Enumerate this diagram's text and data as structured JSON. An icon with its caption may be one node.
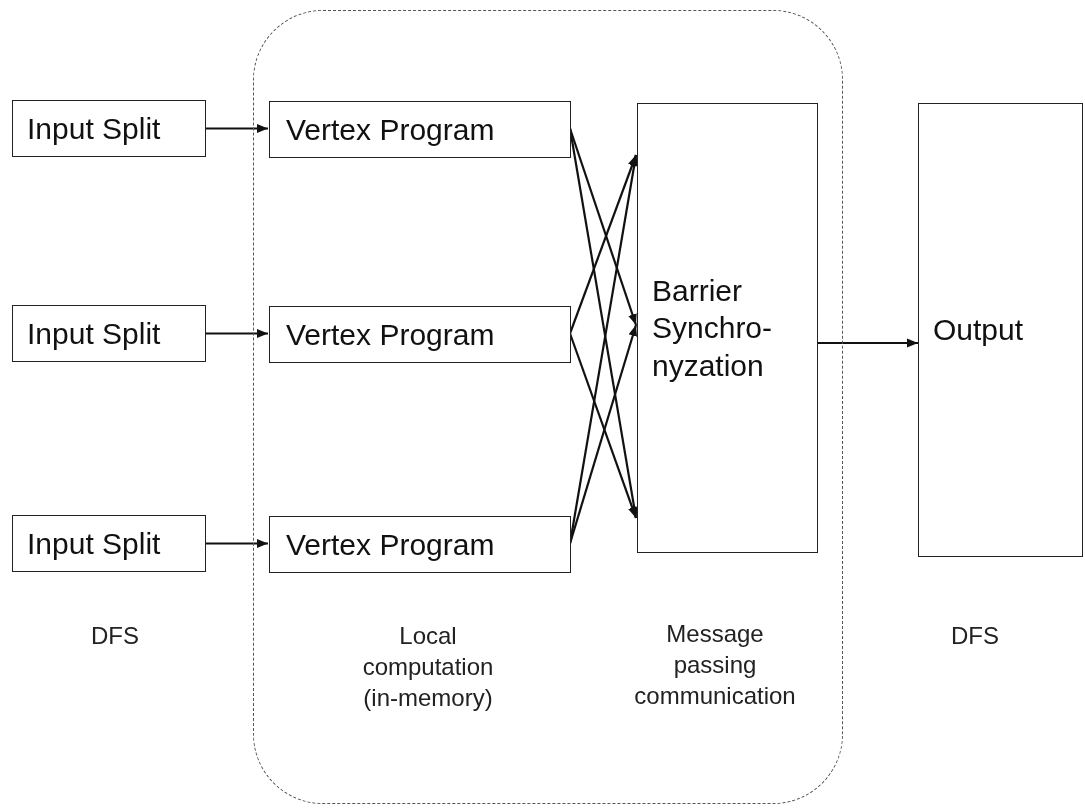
{
  "diagram": {
    "nodes": [
      {
        "text": [],
        "shape": "box"
      },
      {
        "text": [
          "Input Split"
        ]
      },
      {
        "text": [
          "Input Split"
        ]
      },
      {
        "text": [
          "Input Split"
        ]
      },
      {
        "text": [
          "Vertex Program"
        ],
        "in": 0
      },
      {
        "text": [
          "Vertex Program"
        ],
        "in": 0
      },
      {
        "text": [
          "Vertex Program"
        ],
        "in": 0
      },
      {
        "text": [
          "Barrier Synchro- nyzation"
        ],
        "in": 0
      },
      {
        "text": [
          "Output"
        ]
      }
    ],
    "edges": [
      {
        "from": 1,
        "to": 4,
        "arrow": "to"
      },
      {
        "from": 2,
        "to": 5,
        "arrow": "to"
      },
      {
        "from": 3,
        "to": 6,
        "arrow": "to"
      },
      {
        "from": 4,
        "to": 7,
        "arrow": "to"
      },
      {
        "from": 4,
        "to": 7,
        "arrow": "to"
      },
      {
        "from": 5,
        "to": 7,
        "arrow": "to"
      },
      {
        "from": 5,
        "to": 7,
        "arrow": "to"
      },
      {
        "from": 6,
        "to": 7,
        "arrow": "to"
      },
      {
        "from": 6,
        "to": 7,
        "arrow": "to"
      },
      {
        "from": 7,
        "to": 8,
        "arrow": "to"
      }
    ],
    "labels": [
      "DFS",
      "Local computation (in-memory)",
      "Message passing communication",
      "DFS"
    ]
  }
}
